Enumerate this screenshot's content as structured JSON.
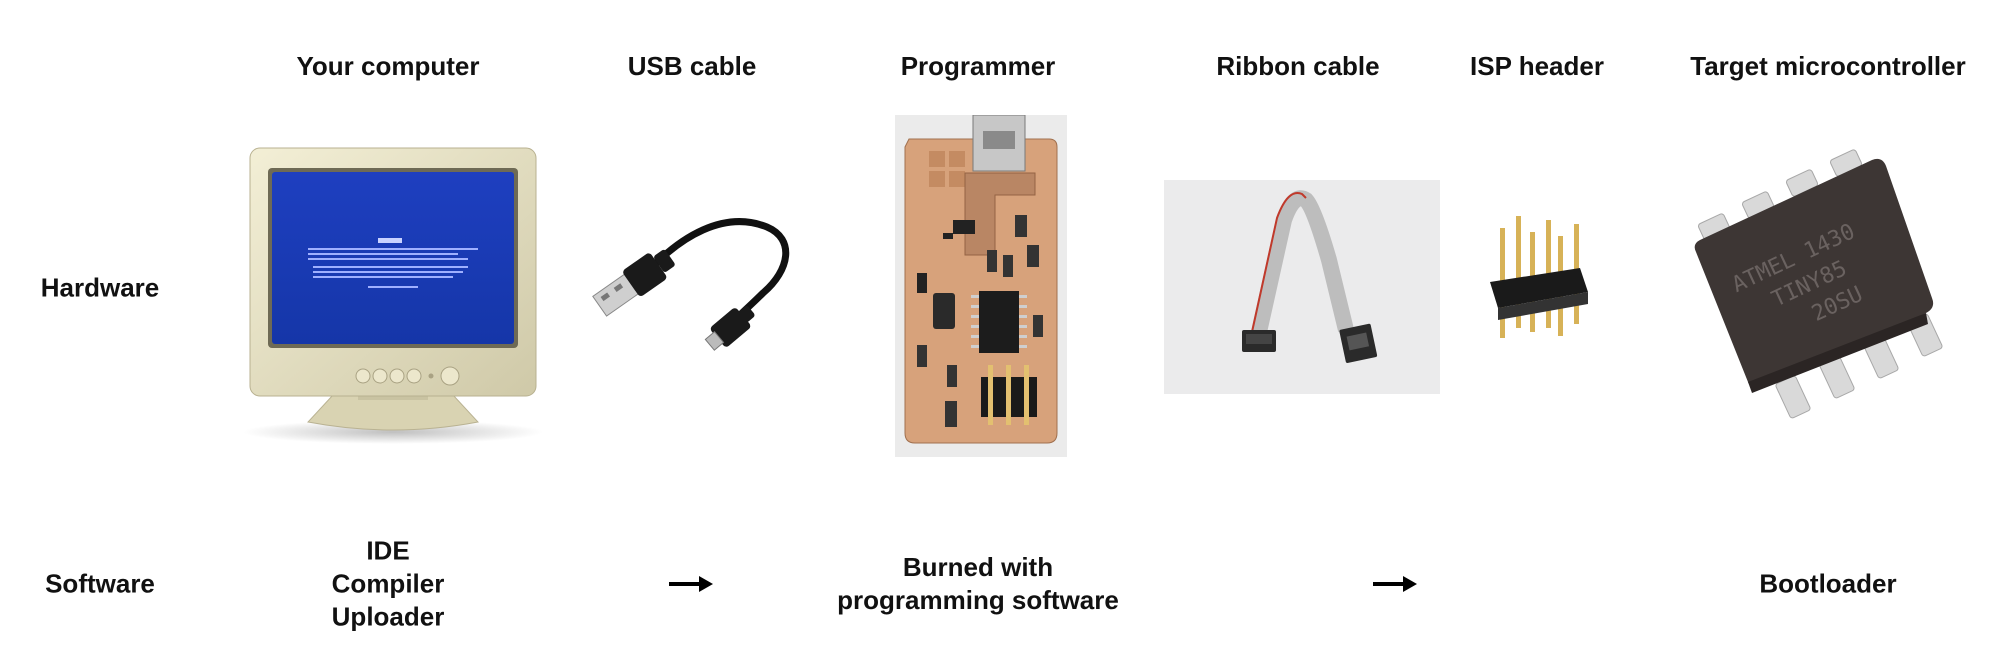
{
  "columns": [
    "Your computer",
    "USB cable",
    "Programmer",
    "Ribbon cable",
    "ISP header",
    "Target microcontroller"
  ],
  "rows": {
    "hardware": "Hardware",
    "software": "Software"
  },
  "software": {
    "computer": [
      "IDE",
      "Compiler",
      "Uploader"
    ],
    "programmer": [
      "Burned with",
      "programming software"
    ],
    "target": "Bootloader"
  },
  "chip_marking": [
    "ATMEL 1430",
    "TINY85",
    "20SU"
  ]
}
